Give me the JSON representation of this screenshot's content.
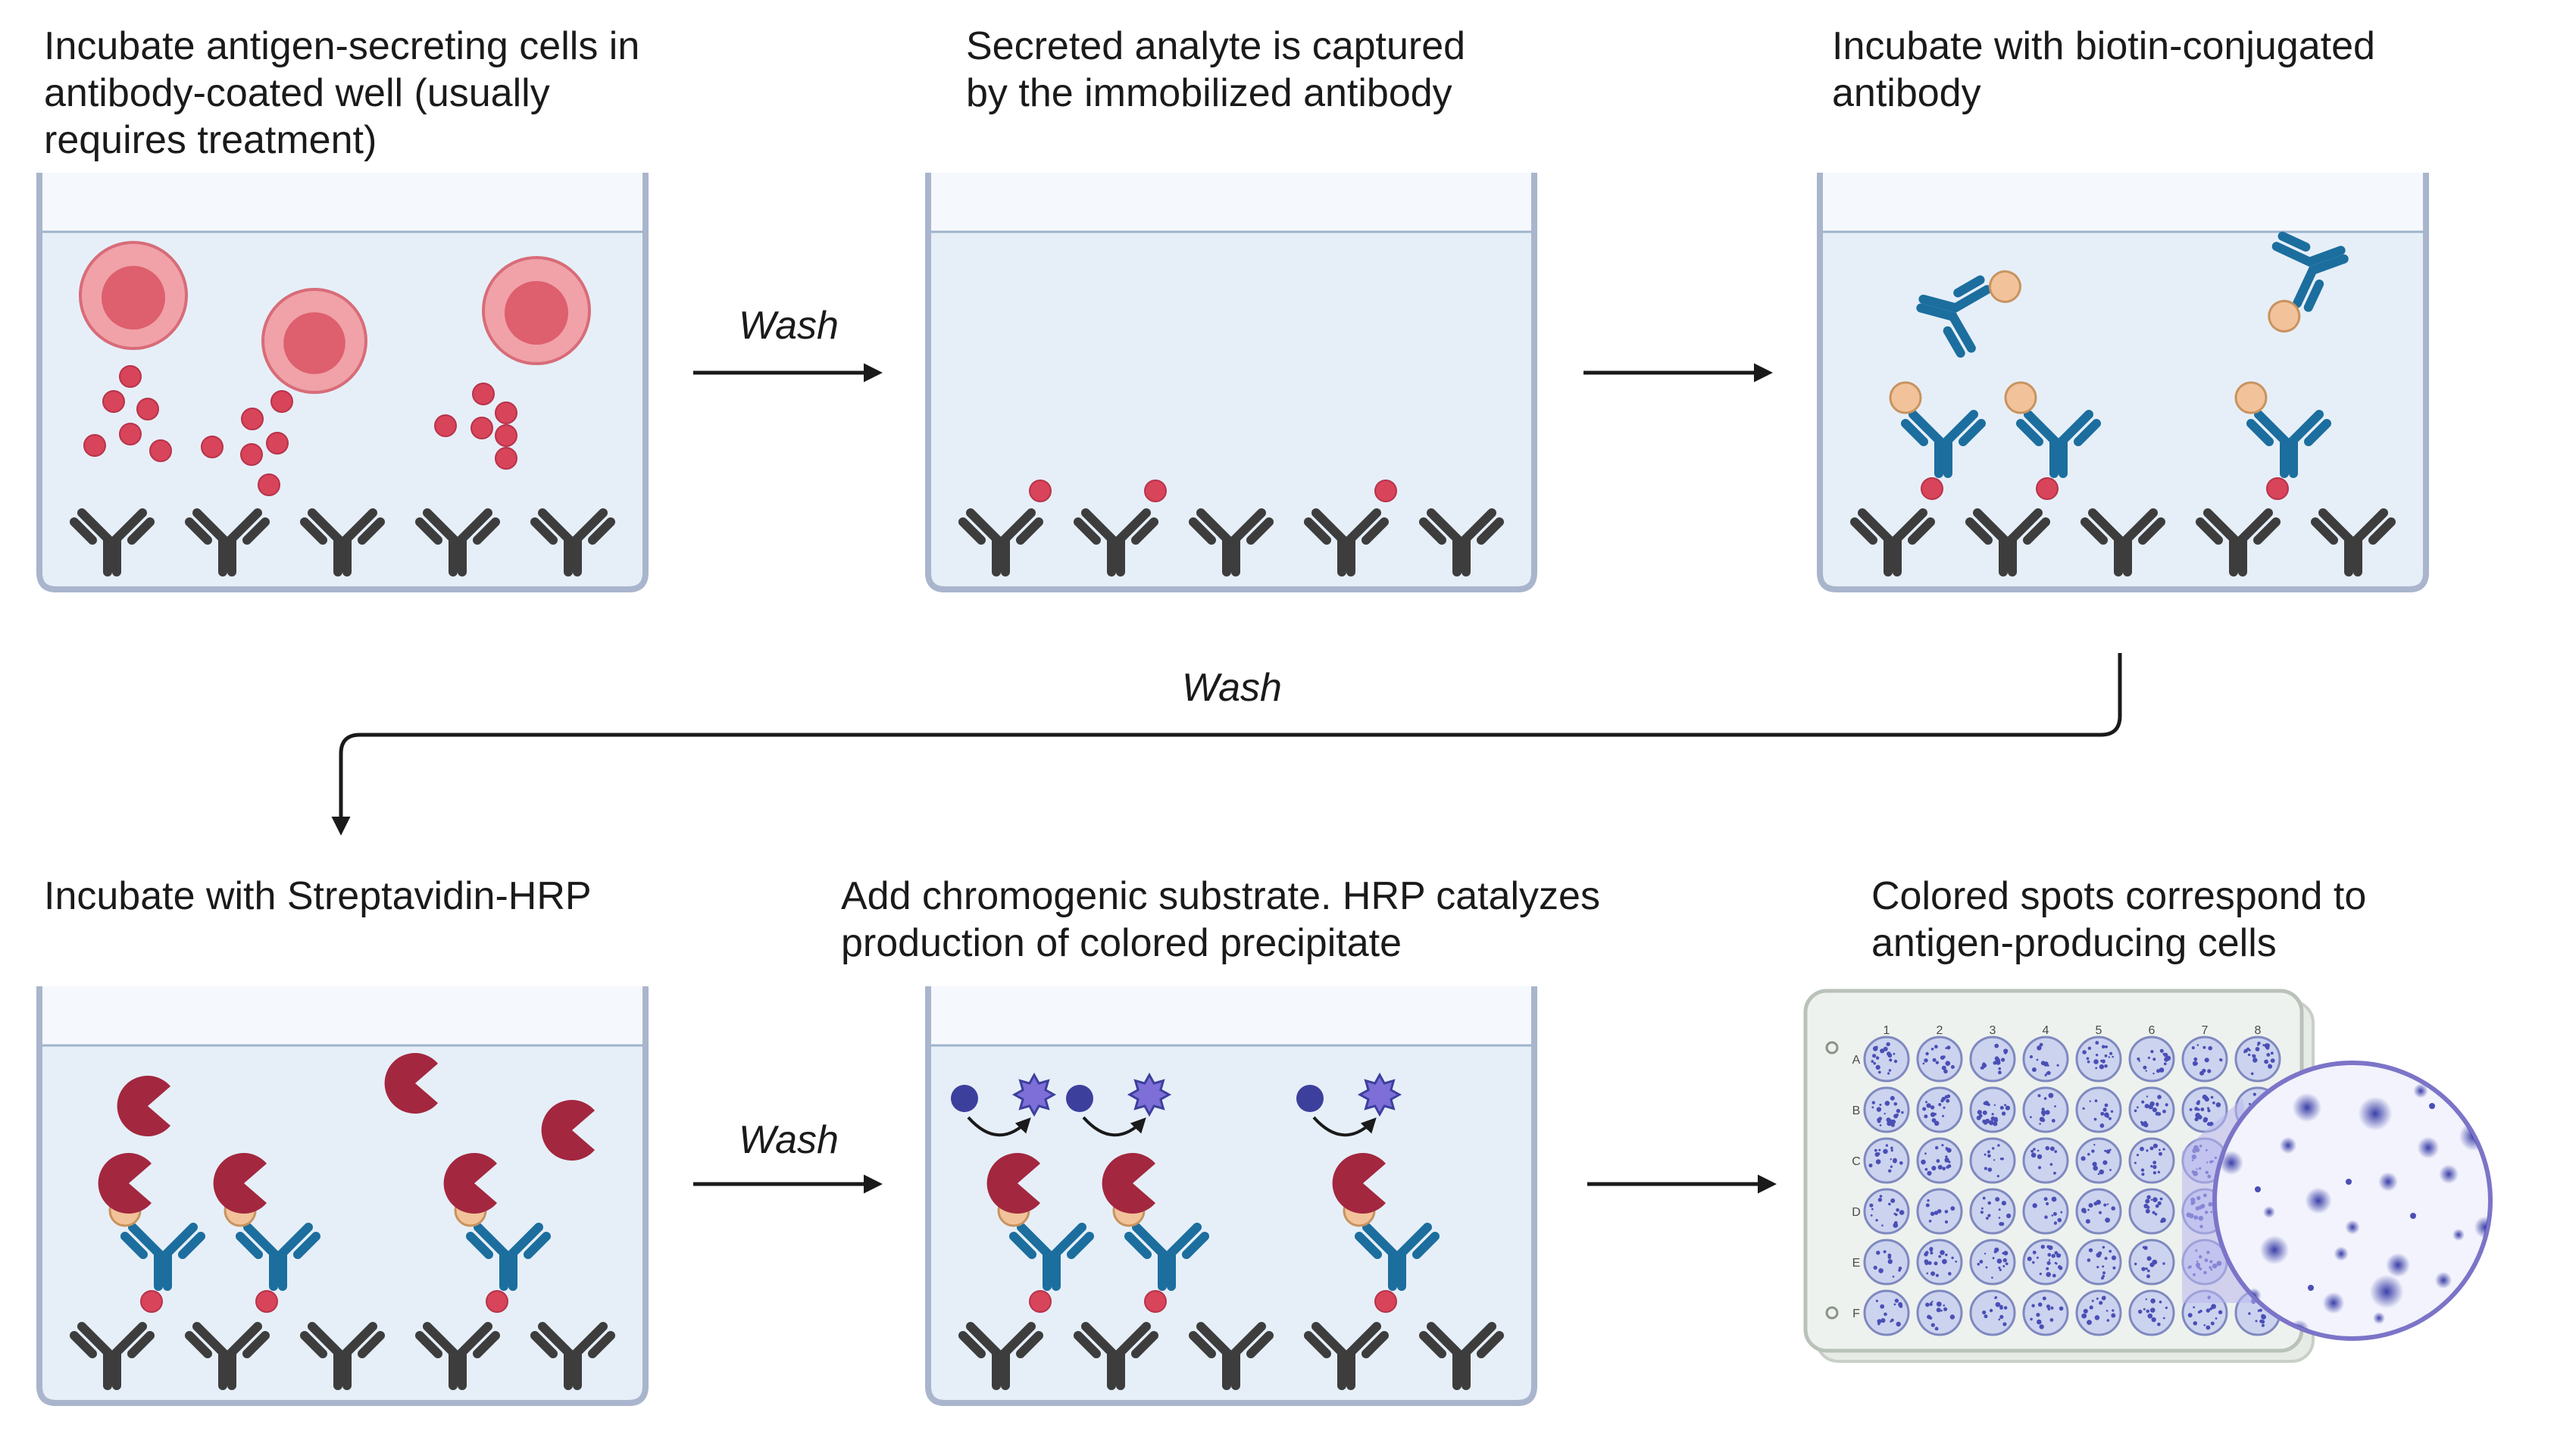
{
  "steps": [
    {
      "id": "step1",
      "caption": "Incubate antigen-secreting cells in\nantibody-coated well (usually\nrequires treatment)"
    },
    {
      "id": "step2",
      "caption": "Secreted analyte is captured\nby the immobilized antibody"
    },
    {
      "id": "step3",
      "caption": "Incubate with biotin-conjugated\nantibody"
    },
    {
      "id": "step4",
      "caption": "Incubate with Streptavidin-HRP"
    },
    {
      "id": "step5",
      "caption": "Add chromogenic substrate. HRP catalyzes\nproduction of colored precipitate"
    },
    {
      "id": "step6",
      "caption": "Colored spots correspond to\nantigen-producing cells"
    }
  ],
  "arrows": {
    "wash_1": "Wash",
    "wash_2": "Wash",
    "wash_3": "Wash"
  },
  "plate": {
    "columns": [
      "1",
      "2",
      "3",
      "4",
      "5",
      "6",
      "7",
      "8"
    ],
    "rows": [
      "A",
      "B",
      "C",
      "D",
      "E",
      "F"
    ]
  },
  "colors": {
    "well_fill": "#e6eff8",
    "well_stroke": "#a9b5cc",
    "capture_antibody": "#3d3d3d",
    "detection_antibody": "#1c6e9e",
    "cell": "#e8848f",
    "analyte": "#d8445a",
    "biotin": "#f2c39a",
    "streptavidin_hrp": "#a3273f",
    "substrate": "#3c3f9c",
    "precipitate": "#7e6fd8",
    "spot": "#4a4fb5"
  }
}
